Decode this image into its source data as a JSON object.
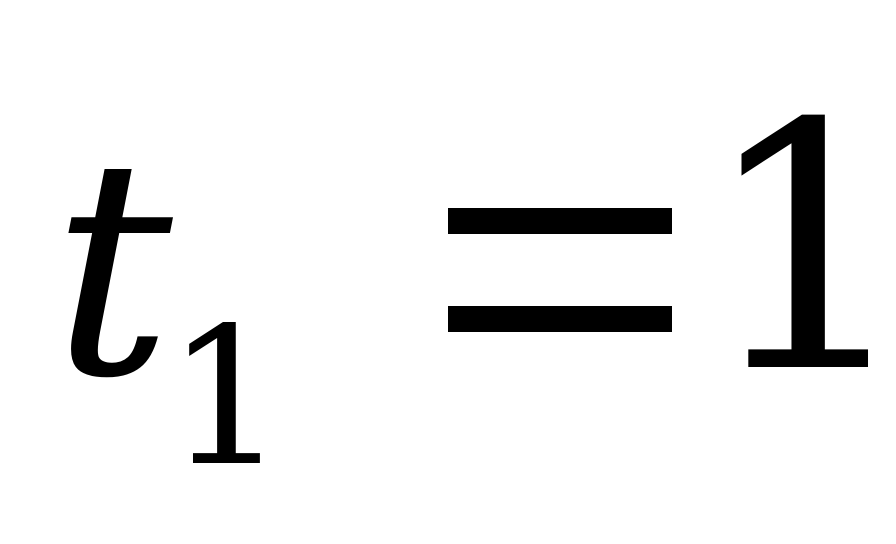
{
  "formula": {
    "variable": "t",
    "subscript": "1",
    "operator": "=",
    "value": "1"
  }
}
